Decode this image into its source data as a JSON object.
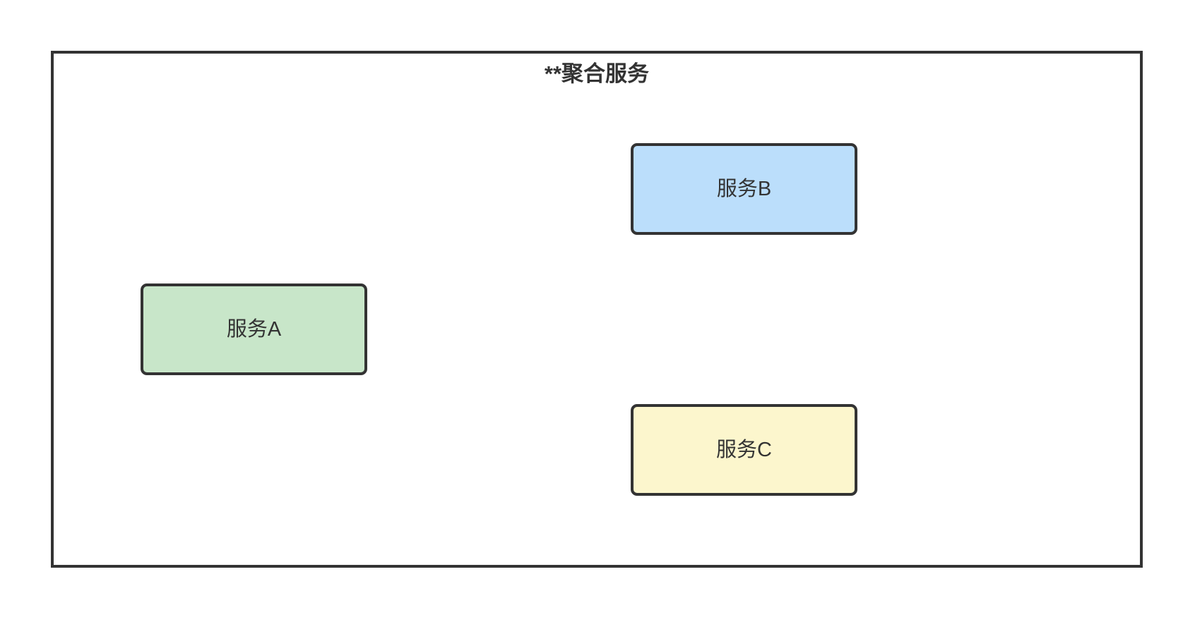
{
  "diagram": {
    "type": "flowchart",
    "background_color": "#ffffff",
    "cluster": {
      "title": "**聚合服务",
      "border_color": "#333333",
      "fill_color": "#ffffff"
    },
    "nodes": [
      {
        "id": "A",
        "label": "服务A",
        "fill_color": "#c8e6c9",
        "border_color": "#333333",
        "text_color": "#333333"
      },
      {
        "id": "B",
        "label": "服务B",
        "fill_color": "#bbdefb",
        "border_color": "#333333",
        "text_color": "#333333"
      },
      {
        "id": "C",
        "label": "服务C",
        "fill_color": "#fcf6cd",
        "border_color": "#333333",
        "text_color": "#333333"
      }
    ],
    "edges": []
  }
}
